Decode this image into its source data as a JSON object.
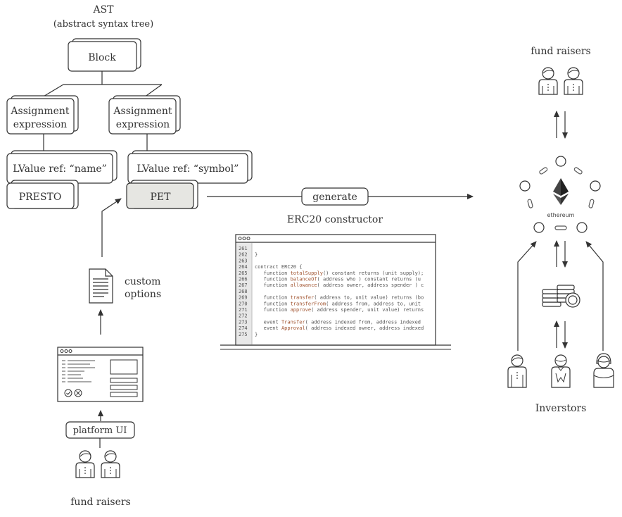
{
  "ast": {
    "title": "AST",
    "subtitle": "(abstract syntax tree)",
    "root": "Block",
    "branches": [
      {
        "node": "Assignment\nexpression",
        "line1": "Assignment",
        "line2": "expression",
        "ref": "LValue ref: “name”",
        "value": "PRESTO"
      },
      {
        "node": "Assignment expression",
        "line1": "Assignment",
        "line2": "expression",
        "ref": "LValue ref: “symbol”",
        "value": "PET"
      }
    ]
  },
  "custom_options": {
    "line1": "custom",
    "line2": "options"
  },
  "platform_ui": "platform UI",
  "fund_raisers_bottom": "fund raisers",
  "generate": "generate",
  "constructor_title": "ERC20 constructor",
  "code_lines": [
    {
      "num": "261",
      "text": ""
    },
    {
      "num": "262",
      "text": "}"
    },
    {
      "num": "263",
      "text": ""
    },
    {
      "num": "264",
      "text": "contract ERC20 {"
    },
    {
      "num": "265",
      "pre": "   function ",
      "fn": "totalSupply",
      "post": "() constant returns (unit supply);"
    },
    {
      "num": "266",
      "pre": "   function ",
      "fn": "balanceOf",
      "post": "( address who ) constant returns (u"
    },
    {
      "num": "267",
      "pre": "   function ",
      "fn": "allowance",
      "post": "( address owner, address spender ) c"
    },
    {
      "num": "268",
      "text": ""
    },
    {
      "num": "269",
      "pre": "   function ",
      "fn": "transfer",
      "post": "( address to, unit value) returns (bo"
    },
    {
      "num": "270",
      "pre": "   function ",
      "fn": "transferFrom",
      "post": "( address from, address to, unit"
    },
    {
      "num": "271",
      "pre": "   function ",
      "fn": "approve",
      "post": "( address spender, unit value) returns"
    },
    {
      "num": "272",
      "text": ""
    },
    {
      "num": "273",
      "pre": "   event ",
      "fn": "Transfer",
      "post": "( address indexed from, address indexed"
    },
    {
      "num": "274",
      "pre": "   event ",
      "fn": "Approval",
      "post": "( address indexed owner, address indexed"
    },
    {
      "num": "275",
      "text": "}"
    }
  ],
  "fund_raisers_top": "fund raisers",
  "ethereum_label": "ethereum",
  "investors": "Inverstors",
  "colors": {
    "stroke": "#333333",
    "pet_fill": "#e6e6e2",
    "keyword": "#a0522d",
    "gutter": "#e8e8e8"
  }
}
